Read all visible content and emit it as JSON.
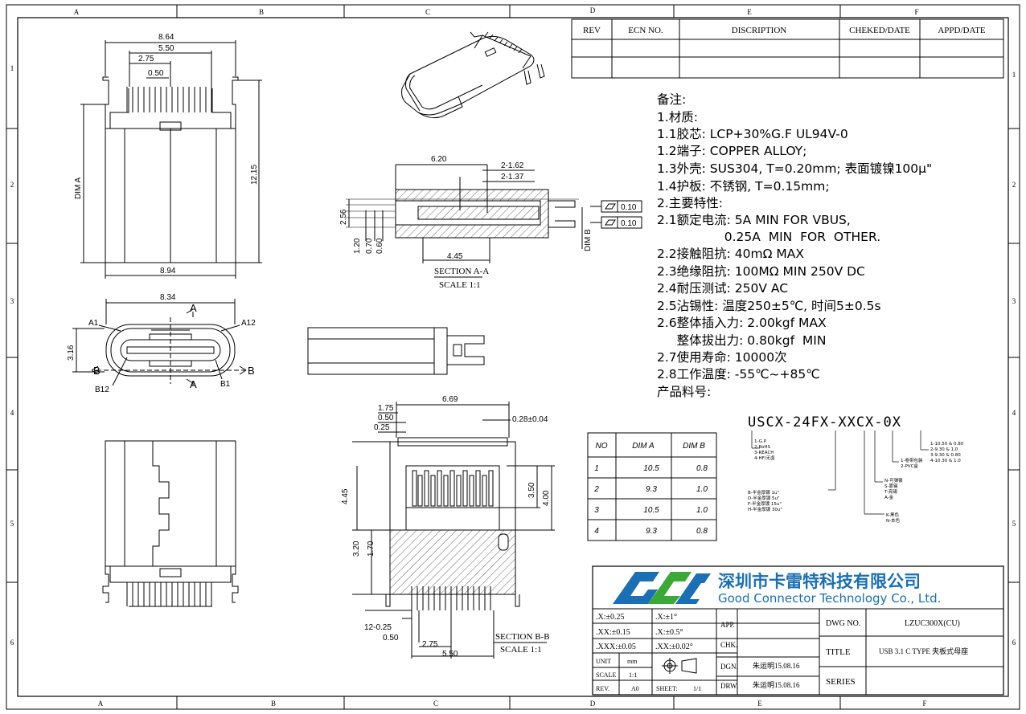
{
  "frame": {
    "col_labels_top": [
      "A",
      "B",
      "C",
      "D",
      "E",
      "F"
    ],
    "col_labels_bottom": [
      "A",
      "B",
      "C",
      "D",
      "E",
      "F"
    ],
    "row_labels_left": [
      "1",
      "2",
      "3",
      "4",
      "5",
      "6"
    ],
    "row_labels_right": [
      "1",
      "2",
      "3",
      "4",
      "5",
      "6"
    ]
  },
  "rev_table": {
    "headers": [
      "REV",
      "ECN NO.",
      "DISCRIPTION",
      "CHEKED/DATE",
      "APPD/DATE"
    ]
  },
  "notes": {
    "lines": [
      "备注:",
      "1.材质:",
      "1.1胶芯: LCP+30%G.F  UL94V-0",
      "1.2端子: COPPER  ALLOY;",
      "1.3外壳: SUS304, T=0.20mm; 表面镀镍100μ\"",
      "1.4护板: 不锈钢, T=0.15mm;",
      "2.主要特性:",
      "2.1额定电流: 5A  MIN  FOR  VBUS,",
      "                 0.25A  MIN  FOR  OTHER.",
      "2.2接触阻抗: 40mΩ  MAX",
      "2.3绝缘阻抗: 100MΩ  MIN  250V  DC",
      "2.4耐压测试: 250V  AC",
      "2.5沾锡性: 温度250±5℃, 时间5±0.5s",
      "2.6整体插入力: 2.00kgf  MAX",
      "     整体拔出力: 0.80kgf  MIN",
      "2.7使用寿命: 10000次",
      "2.8工作温度: -55℃~+85℃",
      "产品料号:"
    ]
  },
  "part_number": {
    "code": "USCX-24FX-XXCX-0X",
    "opt_plating": [
      "1-G.P",
      "2-RoHS",
      "3-REACH",
      "4-HF/无卤"
    ],
    "opt_gold": [
      "B-半金厚镀 1u\"",
      "D-半金厚镀 5u\"",
      "F-半金厚镀 15u\"",
      "H-半金厚镀 30u\""
    ],
    "opt_pack": [
      "N-可弹镍",
      "S-雾锡",
      "T-亮锡",
      "A-金"
    ],
    "opt_color": [
      "K-黑色",
      "N-本色"
    ],
    "opt_pcb": [
      "1-卷带包装",
      "2-PVC盒"
    ],
    "opt_dim": [
      "1-10.50 & 0.80",
      "2-9.30 & 1.0",
      "3-9.30 & 0.80",
      "4-10.30 & 1.0"
    ]
  },
  "dim_table": {
    "headers": [
      "NO",
      "DIM A",
      "DIM B"
    ],
    "rows": [
      [
        "1",
        "10.5",
        "0.8"
      ],
      [
        "2",
        "9.3",
        "1.0"
      ],
      [
        "3",
        "10.5",
        "1.0"
      ],
      [
        "4",
        "9.3",
        "0.8"
      ]
    ]
  },
  "dims": {
    "top_864": "8.64",
    "top_550": "5.50",
    "top_275": "2.75",
    "top_050": "0.50",
    "dim_a": "DIM A",
    "h_1215": "12.15",
    "w_894": "8.94",
    "w_834": "8.34",
    "h_316": "3.16",
    "a1": "A1",
    "a12": "A12",
    "b12": "B12",
    "b1": "B1",
    "sec_a": "A",
    "sec_b": "B",
    "s_620": "6.20",
    "s_2162": "2-1.62",
    "s_2137": "2-1.37",
    "s_256": "2.56",
    "s_120": "1.20",
    "s_070": "0.70",
    "s_060": "0.60",
    "s_445": "4.45",
    "dim_b": "DIM B",
    "tol1": "0.10",
    "tol2": "0.10",
    "section_aa": "SECTION A-A",
    "scale_aa": "SCALE 1:1",
    "b_669": "6.69",
    "b_175": "1.75",
    "b_050": "0.50",
    "b_025": "0.25",
    "b_028": "0.28±0.04",
    "b_445": "4.45",
    "b_350": "3.50",
    "b_400": "4.00",
    "b_320": "3.20",
    "b_170": "1.70",
    "b_12025": "12-0.25",
    "b_050b": "0.50",
    "b_275": "2.75",
    "b_550": "5.50",
    "section_bb": "SECTION B-B",
    "scale_bb": "SCALE 1:1"
  },
  "title_block": {
    "company_cn": "深圳市卡雷特科技有限公司",
    "company_en": "Good Connector Technology Co., Ltd.",
    "tol_x": ".X:±0.25",
    "tol_ang_x": ".X:±1°",
    "tol_xx": ".XX:±0.15",
    "tol_ang_xx": ".X:±0.5°",
    "tol_xxx": ".XXX:±0.05",
    "tol_ang_xxx": ".XX:±0.02°",
    "unit_label": "UNIT",
    "unit_val": "mm",
    "scale_label": "SCALE",
    "scale_val": "1:1",
    "rev_label": "REV.",
    "rev_val": "A0",
    "sheet_label": "SHEET:",
    "sheet_val": "1/1",
    "app": "APP.",
    "chk": "CHK.",
    "dgn": "DGN.",
    "drw": "DRW.",
    "dgn_val": "朱运明15.08.16",
    "drw_val": "朱运明15.08.16",
    "dwg_no_label": "DWG NO.",
    "dwg_no": "LZUC300X(CU)",
    "title_label": "TITLE",
    "title": "USB 3.1 C TYPE 夹板式母座",
    "series_label": "SERIES",
    "logo_color": "#1a6fb5",
    "logo_green": "#3aa935"
  }
}
